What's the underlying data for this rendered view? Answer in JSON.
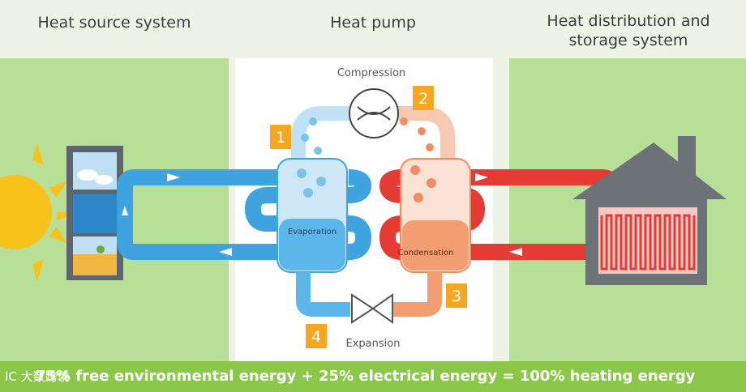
{
  "headers": {
    "left": "Heat source system",
    "middle": "Heat pump",
    "right_line1": "Heat distribution and",
    "right_line2": "storage system"
  },
  "steps": [
    {
      "number": "1"
    },
    {
      "number": "2",
      "label": "Compression"
    },
    {
      "number": "3"
    },
    {
      "number": "4",
      "label": "Expansion"
    }
  ],
  "components": {
    "evaporator": "Evaporation",
    "condenser": "Condensation"
  },
  "footer": "75% free environmental energy + 25% electrical energy = 100% heating energy",
  "watermark": "IC 大数跨境",
  "colors": {
    "cold_loop": "#3fa3e0",
    "hot_loop": "#e63a35",
    "warm_refrigerant": "#f0a07a",
    "cold_refrigerant": "#bfe3f5",
    "step_badge": "#f5a623",
    "green_panel": "#b8df98",
    "footer_bar": "#8bc84a"
  }
}
